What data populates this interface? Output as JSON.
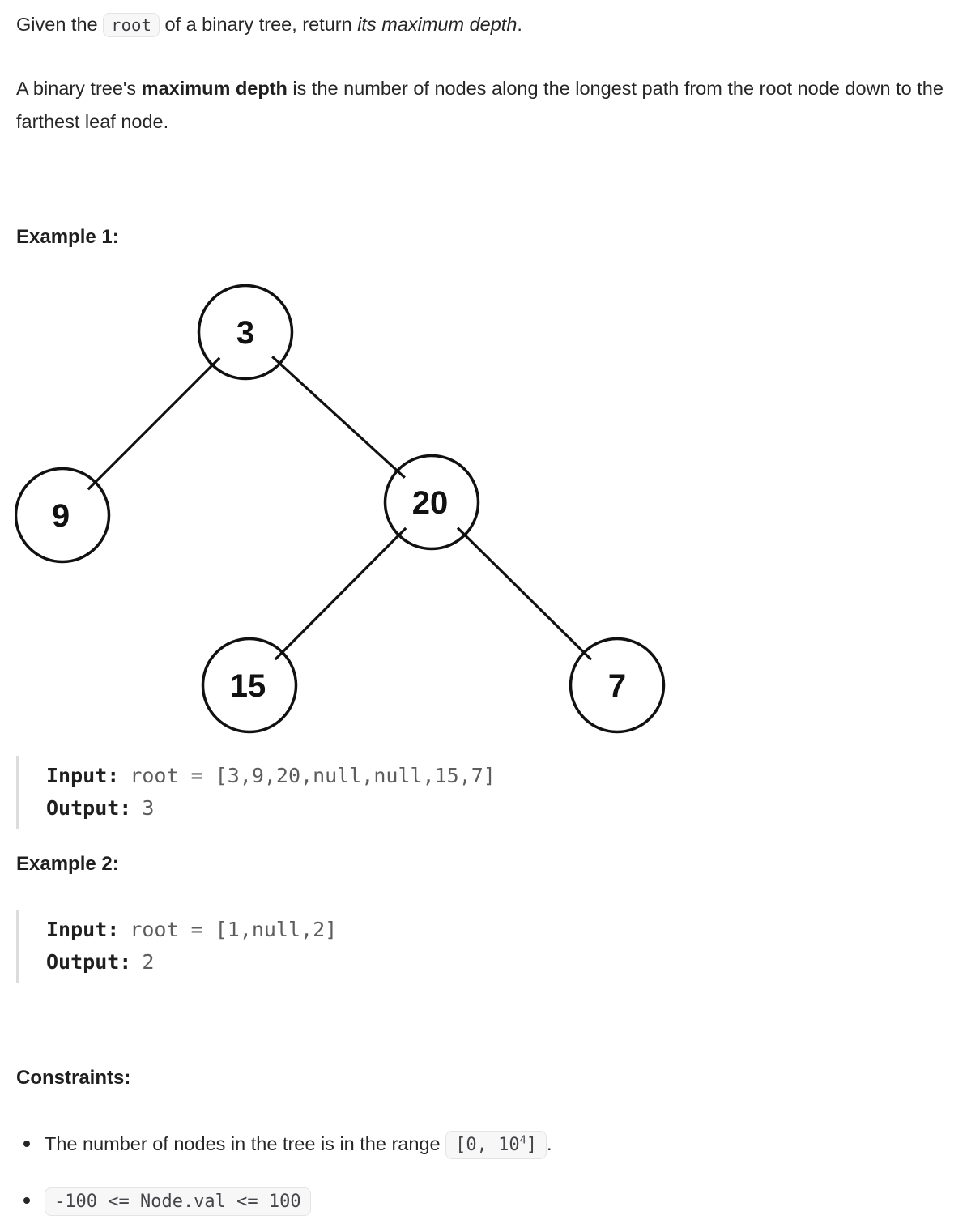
{
  "intro": {
    "seg1": "Given the ",
    "code": "root",
    "seg2": " of a binary tree, return ",
    "italic": "its maximum depth",
    "seg3": "."
  },
  "definition": {
    "seg1": "A binary tree's ",
    "bold": "maximum depth",
    "seg2": " is the number of nodes along the longest path from the root node down to the farthest leaf node."
  },
  "example1": {
    "heading": "Example 1:",
    "input_label": "Input:",
    "input_value": "root = [3,9,20,null,null,15,7]",
    "output_label": "Output:",
    "output_value": "3"
  },
  "example2": {
    "heading": "Example 2:",
    "input_label": "Input:",
    "input_value": "root = [1,null,2]",
    "output_label": "Output:",
    "output_value": "2"
  },
  "tree": {
    "type": "binary-tree-diagram",
    "nodes": [
      {
        "value": "3"
      },
      {
        "value": "9"
      },
      {
        "value": "20"
      },
      {
        "value": "15"
      },
      {
        "value": "7"
      }
    ],
    "edges": [
      {
        "from": "3",
        "to": "9"
      },
      {
        "from": "3",
        "to": "20"
      },
      {
        "from": "20",
        "to": "15"
      },
      {
        "from": "20",
        "to": "7"
      }
    ]
  },
  "constraints": {
    "heading": "Constraints:",
    "items": [
      {
        "text_before": "The number of nodes in the tree is in the range ",
        "code_prefix": "[0, 10",
        "code_sup": "4",
        "code_suffix": "]",
        "text_after": "."
      },
      {
        "code": "-100 <= Node.val <= 100"
      }
    ]
  },
  "colors": {
    "page_background": "#ffffff",
    "text": "#262626",
    "muted_value_text": "#5d5d5d",
    "code_chip_background": "#f7f7f8",
    "code_chip_border": "#e4e4e8",
    "quote_bar": "#dcdcdc",
    "tree_stroke": "#111111"
  }
}
